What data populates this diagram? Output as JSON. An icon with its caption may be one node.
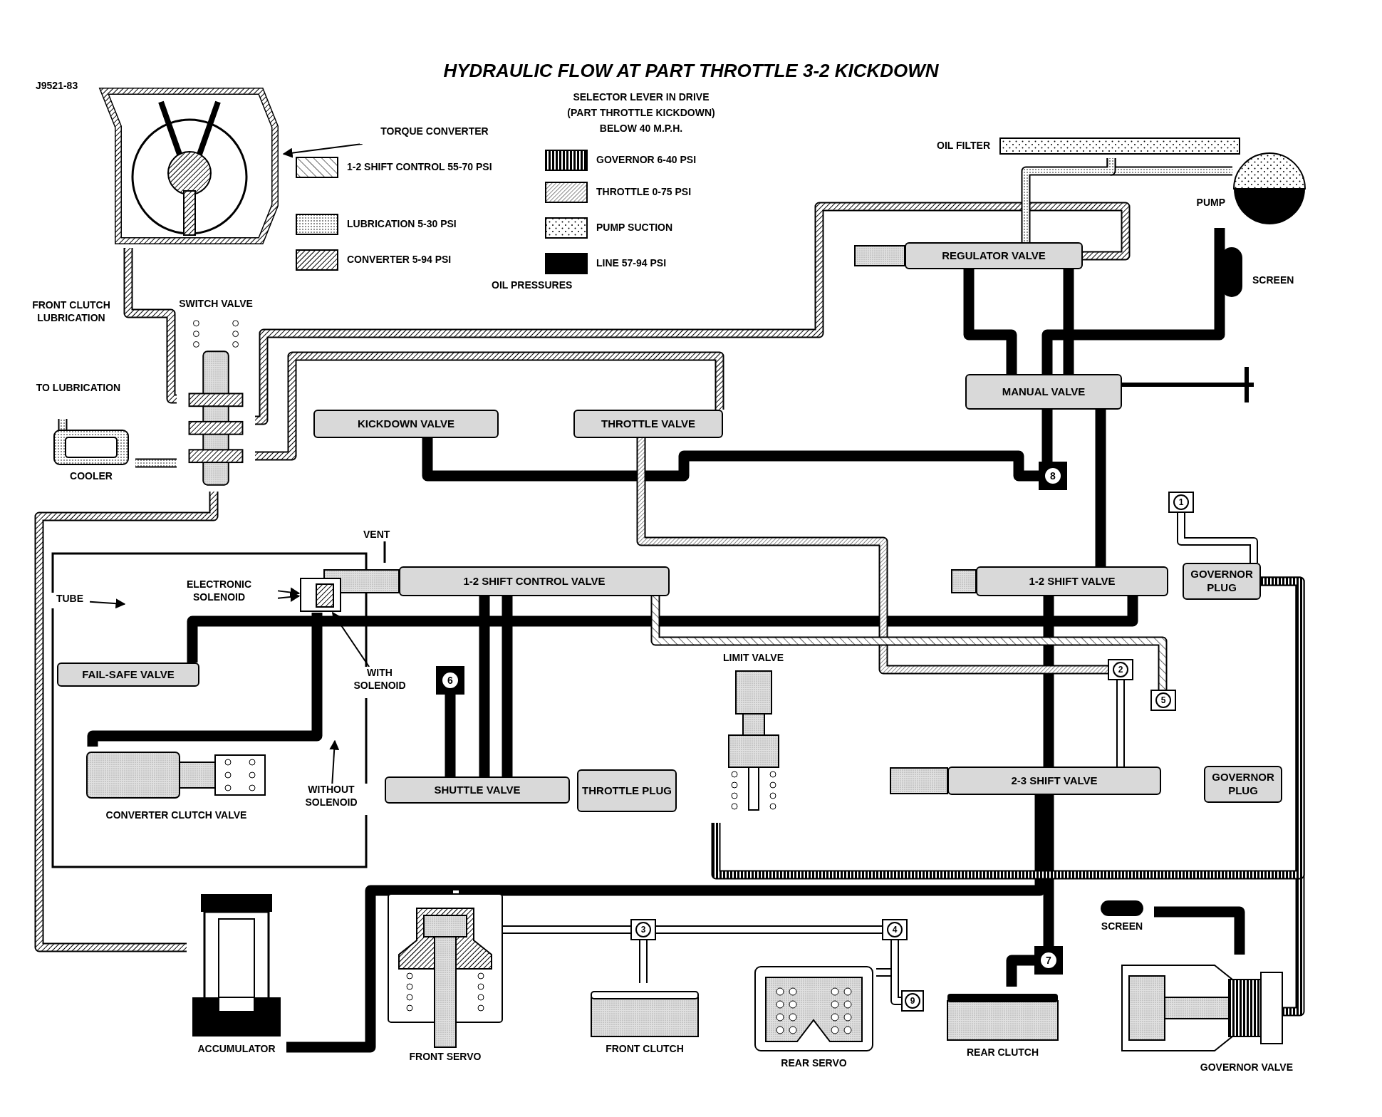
{
  "diagram": {
    "title": "HYDRAULIC FLOW AT PART THROTTLE 3-2 KICKDOWN",
    "nodes": [
      {
        "text": [
          "TORQUE CONVERTER"
        ]
      },
      {
        "text": [],
        "shape": "picture"
      },
      {
        "text": [
          "SWITCH VALVE"
        ]
      },
      {
        "text": [
          "COOLER"
        ]
      },
      {
        "text": [
          "OIL FILTER"
        ]
      },
      {
        "text": [
          "PUMP"
        ]
      },
      {
        "text": [
          "SCREEN"
        ]
      },
      {
        "text": [
          "REGULATOR VALVE"
        ]
      },
      {
        "text": [
          "MANUAL VALVE"
        ]
      },
      {
        "text": [
          "KICKDOWN VALVE"
        ]
      },
      {
        "text": [
          "THROTTLE VALVE"
        ]
      },
      {
        "text": [
          "8"
        ]
      },
      {
        "text": [
          "1"
        ]
      },
      {
        "text": [
          "1-2 SHIFT CONTROL VALVE"
        ]
      },
      {
        "text": [
          "ELECTRONIC SOLENOID"
        ]
      },
      {
        "text": [],
        "shape": "box"
      },
      {
        "text": [
          "TUBE"
        ]
      },
      {
        "text": [
          "1-2 SHIFT VALVE"
        ]
      },
      {
        "text": [
          "GOVERNOR PLUG"
        ]
      },
      {
        "text": [
          "FAIL-SAFE VALVE"
        ]
      },
      {
        "text": [
          "WITH SOLENOID"
        ]
      },
      {
        "text": [
          "6"
        ]
      },
      {
        "text": [
          "2"
        ]
      },
      {
        "text": [
          "LIMIT VALVE"
        ]
      },
      {
        "text": [
          "5"
        ]
      },
      {
        "text": [
          "CONVERTER CLUTCH VALVE"
        ]
      },
      {
        "text": [
          "WITHOUT SOLENOID"
        ]
      },
      {
        "text": [
          "SHUTTLE VALVE"
        ]
      },
      {
        "text": [
          "THROTTLE PLUG"
        ]
      },
      {
        "text": [
          "2-3 SHIFT VALVE"
        ]
      },
      {
        "text": [
          "GOVERNOR PLUG"
        ]
      },
      {
        "text": [
          "3"
        ]
      },
      {
        "text": [
          "4"
        ]
      },
      {
        "text": [
          "SCREEN"
        ]
      },
      {
        "text": [
          "7"
        ]
      },
      {
        "text": [
          "9"
        ]
      },
      {
        "text": [
          "ACCUMULATOR"
        ]
      },
      {
        "text": [
          "FRONT SERVO"
        ]
      },
      {
        "text": [
          "FRONT CLUTCH"
        ]
      },
      {
        "text": [
          "REAR SERVO"
        ]
      },
      {
        "text": [
          "REAR CLUTCH"
        ]
      },
      {
        "text": [
          "GOVERNOR VALVE"
        ]
      }
    ],
    "edges": [
      {
        "from": 0,
        "to": 1,
        "arrow": "to"
      },
      {
        "from": 14,
        "to": 15,
        "arrow": "to"
      },
      {
        "from": 14,
        "to": 15,
        "arrow": "to"
      },
      {
        "from": 16,
        "to": null,
        "arrow": "to"
      },
      {
        "from": 20,
        "to": 15,
        "arrow": "to"
      },
      {
        "from": 26,
        "to": null,
        "arrow": "to"
      },
      {
        "from": 2,
        "to": 1,
        "arrow": "none"
      },
      {
        "from": 2,
        "to": 7,
        "arrow": "none"
      },
      {
        "from": 2,
        "to": 10,
        "arrow": "none"
      },
      {
        "from": 2,
        "to": 36,
        "arrow": "none"
      },
      {
        "from": 3,
        "to": 2,
        "arrow": "none"
      },
      {
        "from": 4,
        "to": 5,
        "arrow": "none"
      },
      {
        "from": 4,
        "to": 7,
        "arrow": "none"
      },
      {
        "from": 5,
        "to": 8,
        "arrow": "none"
      },
      {
        "from": 7,
        "to": 8,
        "arrow": "none"
      },
      {
        "from": 7,
        "to": 8,
        "arrow": "none"
      },
      {
        "from": 8,
        "to": 11,
        "arrow": "none"
      },
      {
        "from": 11,
        "to": 9,
        "arrow": "none"
      },
      {
        "from": 8,
        "to": 17,
        "arrow": "none"
      },
      {
        "from": 17,
        "to": 19,
        "arrow": "none"
      },
      {
        "from": 17,
        "to": 29,
        "arrow": "none"
      },
      {
        "from": 29,
        "to": 34,
        "arrow": "none"
      },
      {
        "from": 34,
        "to": 40,
        "arrow": "none"
      },
      {
        "from": 29,
        "to": 36,
        "arrow": "none"
      },
      {
        "from": 13,
        "to": 27,
        "arrow": "none"
      },
      {
        "from": 13,
        "to": 27,
        "arrow": "none"
      },
      {
        "from": 15,
        "to": 25,
        "arrow": "none"
      },
      {
        "from": 10,
        "to": 22,
        "arrow": "none"
      },
      {
        "from": 13,
        "to": 24,
        "arrow": "none"
      },
      {
        "from": 37,
        "to": 31,
        "arrow": "none"
      },
      {
        "from": 31,
        "to": 32,
        "arrow": "none"
      },
      {
        "from": 31,
        "to": 38,
        "arrow": "none"
      },
      {
        "from": 32,
        "to": 39,
        "arrow": "none"
      },
      {
        "from": 12,
        "to": 18,
        "arrow": "none"
      },
      {
        "from": 22,
        "to": 29,
        "arrow": "none"
      },
      {
        "from": 18,
        "to": 41,
        "arrow": "none"
      },
      {
        "from": 18,
        "to": 23,
        "arrow": "none"
      },
      {
        "from": 33,
        "to": 41,
        "arrow": "none"
      },
      {
        "from": 32,
        "to": 35,
        "arrow": "none"
      },
      {
        "from": 21,
        "to": 27,
        "arrow": "none"
      }
    ],
    "labels": [
      "J9521-83",
      "SELECTOR LEVER IN DRIVE",
      "(PART THROTTLE KICKDOWN)",
      "BELOW 40 M.P.H.",
      "OIL PRESSURES",
      "FRONT CLUTCH LUBRICATION",
      "TO LUBRICATION",
      "VENT"
    ],
    "legend": [
      {
        "text": "1-2 SHIFT CONTROL 55-70 PSI"
      },
      {
        "text": "LUBRICATION 5-30 PSI"
      },
      {
        "text": "CONVERTER 5-94 PSI"
      },
      {
        "text": "GOVERNOR 6-40 PSI"
      },
      {
        "text": "THROTTLE 0-75 PSI"
      },
      {
        "text": "PUMP SUCTION"
      },
      {
        "text": "LINE 57-94 PSI",
        "color": "#000000"
      }
    ]
  }
}
